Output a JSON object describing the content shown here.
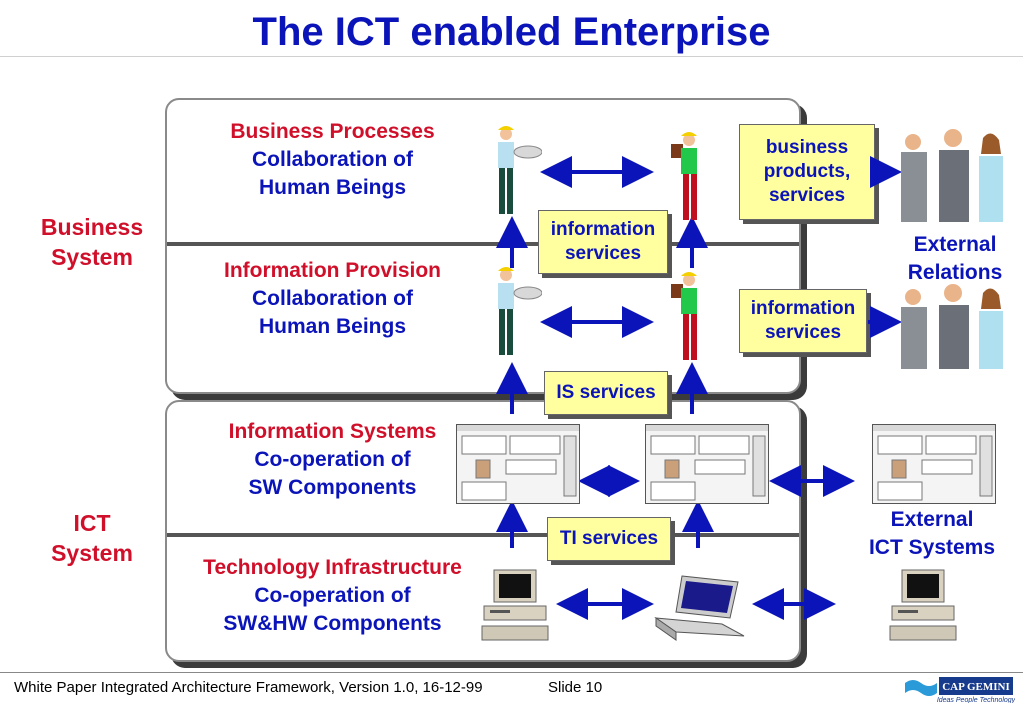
{
  "title": "The ICT enabled Enterprise",
  "side_labels": {
    "business": [
      "Business",
      "System"
    ],
    "ict": [
      "ICT",
      "System"
    ]
  },
  "layers": [
    {
      "heading": "Business Processes",
      "sub": [
        "Collaboration of",
        "Human Beings"
      ]
    },
    {
      "heading": "Information Provision",
      "sub": [
        "Collaboration of",
        "Human Beings"
      ]
    },
    {
      "heading": "Information Systems",
      "sub": [
        "Co-operation of",
        "SW Components"
      ]
    },
    {
      "heading": "Technology Infrastructure",
      "sub": [
        "Co-operation of",
        "SW&HW Components"
      ]
    }
  ],
  "boxes": {
    "business_products": [
      "business",
      "products,",
      "services"
    ],
    "info_services_1": [
      "information",
      "services"
    ],
    "info_services_2": [
      "information",
      "services"
    ],
    "is_services": [
      "IS services"
    ],
    "ti_services": [
      "TI services"
    ]
  },
  "external": {
    "relations": [
      "External",
      "Relations"
    ],
    "ict_systems": [
      "External",
      "ICT Systems"
    ]
  },
  "footer": {
    "text": "White Paper Integrated Architecture Framework, Version 1.0, 16-12-99",
    "slide": "Slide 10"
  },
  "logo": {
    "name": "CAP GEMINI",
    "tagline": "Ideas People Technology"
  },
  "colors": {
    "title": "#0b14b8",
    "heading": "#d0102a",
    "box_fill": "#ffffa0",
    "arrow": "#0b14b8"
  }
}
